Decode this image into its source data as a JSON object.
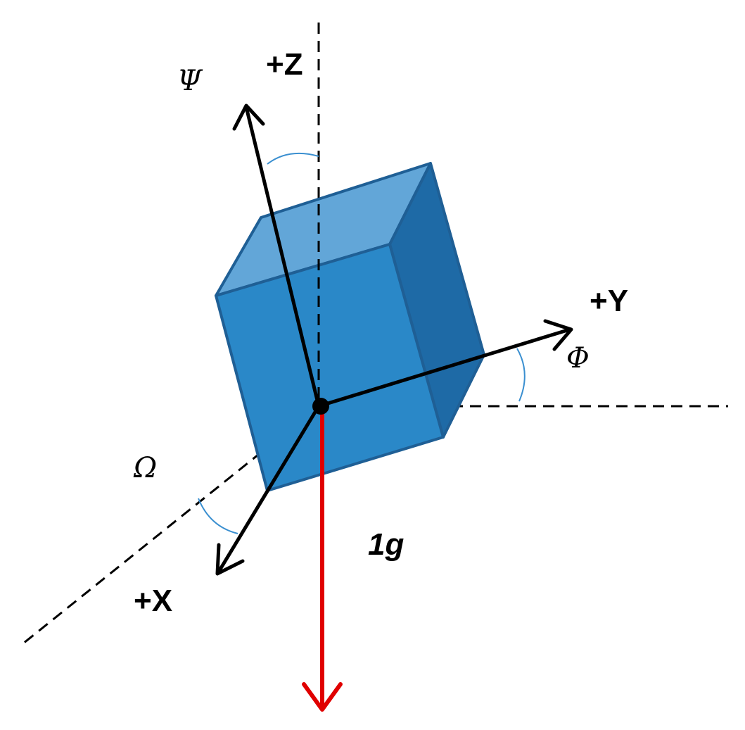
{
  "labels": {
    "z_axis": "+Z",
    "y_axis": "+Y",
    "x_axis": "+X",
    "psi": "Ψ",
    "phi": "Φ",
    "omega": "Ω",
    "gravity": "1g"
  },
  "colors": {
    "cube_front": "#2a88c8",
    "cube_top": "#62a6d8",
    "cube_side": "#1e6aa6",
    "cube_edge": "#1f5f95",
    "axis": "#000000",
    "gravity_vector": "#e00000",
    "angle_arc": "#3a8fd0"
  }
}
